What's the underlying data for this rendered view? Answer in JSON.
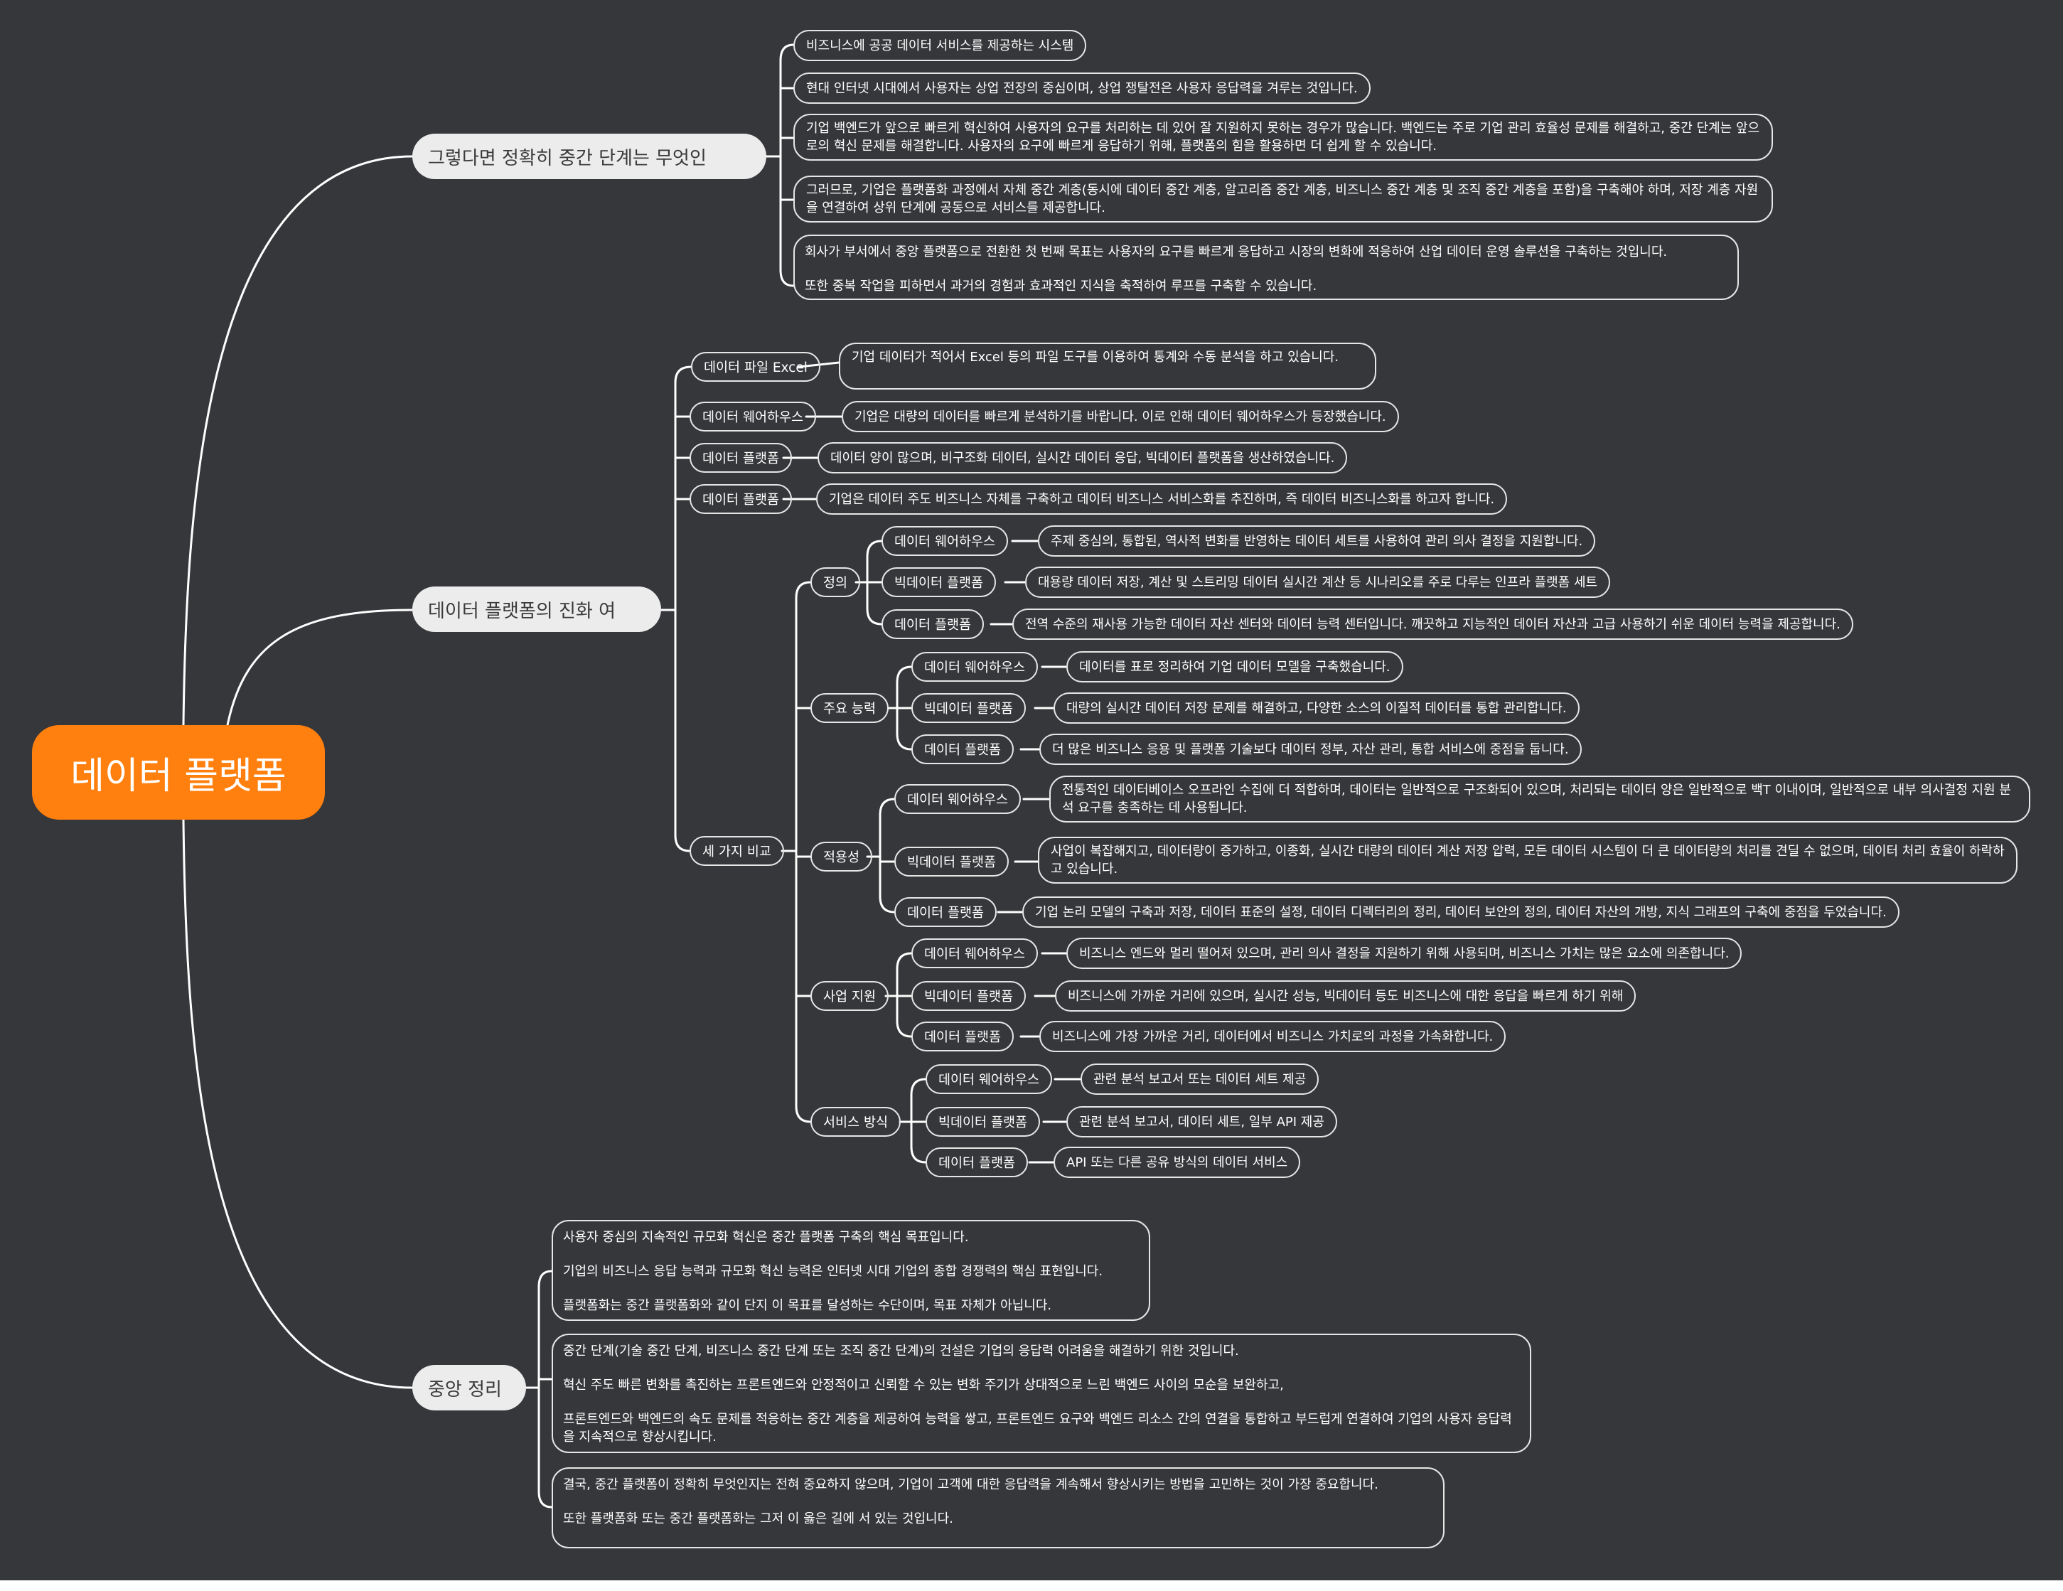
{
  "root": {
    "label": "데이터 플랫폼",
    "color": "#ff7f0f"
  },
  "theme": {
    "background": "#36373a",
    "line": "#ffffff",
    "branch_fill": "#ececec"
  },
  "branch1": {
    "label": "그렇다면 정확히 중간 단계는 무엇인",
    "items": [
      "비즈니스에 공공 데이터 서비스를 제공하는 시스템",
      "현대 인터넷 시대에서 사용자는 상업 전장의 중심이며, 상업 쟁탈전은 사용자 응답력을 겨루는 것입니다.",
      "기업 백엔드가 앞으로 빠르게 혁신하여 사용자의 요구를 처리하는 데 있어 잘 지원하지 못하는 경우가 많습니다. 백엔드는 주로 기업 관리 효율성 문제를 해결하고, 중간 단계는 앞으로의 혁신 문제를 해결합니다. 사용자의 요구에 빠르게 응답하기 위해, 플랫폼의 힘을 활용하면 더 쉽게 할 수 있습니다.",
      "그러므로, 기업은 플랫폼화 과정에서 자체 중간 계층(동시에 데이터 중간 계층, 알고리즘 중간 계층, 비즈니스 중간 계층 및 조직 중간 계층을 포함)을 구축해야 하며, 저장 계층 자원을 연결하여 상위 단계에 공동으로 서비스를 제공합니다."
    ],
    "item5": {
      "p1": "회사가 부서에서 중앙 플랫폼으로 전환한 첫 번째 목표는 사용자의 요구를 빠르게 응답하고 시장의 변화에 적응하여 산업 데이터 운영 솔루션을 구축하는 것입니다.",
      "p2": "또한 중복 작업을 피하면서 과거의 경험과 효과적인 지식을 축적하여 루프를 구축할 수 있습니다."
    }
  },
  "branch2": {
    "label": "데이터 플랫폼의 진화 여",
    "stages": [
      {
        "label": "데이터 파일 Excel",
        "desc": "기업 데이터가 적어서 Excel 등의 파일 도구를 이용하여 통계와 수동 분석을 하고 있습니다."
      },
      {
        "label": "데이터 웨어하우스",
        "desc": "기업은 대량의 데이터를 빠르게 분석하기를 바랍니다. 이로 인해 데이터 웨어하우스가 등장했습니다."
      },
      {
        "label": "데이터 플랫폼",
        "desc": "데이터 양이 많으며, 비구조화 데이터, 실시간 데이터 응답, 빅데이터 플랫폼을 생산하였습니다."
      },
      {
        "label": "데이터 플랫폼",
        "desc": "기업은 데이터 주도 비즈니스 자체를 구축하고 데이터 비즈니스 서비스화를 추진하며, 즉 데이터 비즈니스화를 하고자 합니다."
      }
    ],
    "compare": {
      "label": "세 가지 비교",
      "definition": {
        "label": "정의",
        "items": [
          {
            "k": "데이터 웨어하우스",
            "v": "주제 중심의, 통합된, 역사적 변화를 반영하는 데이터 세트를 사용하여 관리 의사 결정을 지원합니다."
          },
          {
            "k": "빅데이터 플랫폼",
            "v": "대용량 데이터 저장, 계산 및 스트리밍 데이터 실시간 계산 등 시나리오를 주로 다루는 인프라 플랫폼 세트"
          },
          {
            "k": "데이터 플랫폼",
            "v": "전역 수준의 재사용 가능한 데이터 자산 센터와 데이터 능력 센터입니다. 깨끗하고 지능적인 데이터 자산과 고급 사용하기 쉬운 데이터 능력을 제공합니다."
          }
        ]
      },
      "capability": {
        "label": "주요 능력",
        "items": [
          {
            "k": "데이터 웨어하우스",
            "v": "데이터를 표로 정리하여 기업 데이터 모델을 구축했습니다."
          },
          {
            "k": "빅데이터 플랫폼",
            "v": "대량의 실시간 데이터 저장 문제를 해결하고, 다양한 소스의 이질적 데이터를 통합 관리합니다."
          },
          {
            "k": "데이터 플랫폼",
            "v": "더 많은 비즈니스 응용 및 플랫폼 기술보다 데이터 정부, 자산 관리, 통합 서비스에 중점을 둡니다."
          }
        ]
      },
      "applicability": {
        "label": "적용성",
        "items": [
          {
            "k": "데이터 웨어하우스",
            "v": "전통적인 데이터베이스 오프라인 수집에 더 적합하며, 데이터는 일반적으로 구조화되어 있으며, 처리되는 데이터 양은 일반적으로 백T 이내이며, 일반적으로 내부 의사결정 지원 분석 요구를 충족하는 데 사용됩니다."
          },
          {
            "k": "빅데이터 플랫폼",
            "v": "사업이 복잡해지고, 데이터량이 증가하고, 이종화, 실시간 대량의 데이터 계산 저장 압력, 모든 데이터 시스템이 더 큰 데이터량의 처리를 견딜 수 없으며, 데이터 처리 효율이 하락하고 있습니다."
          },
          {
            "k": "데이터 플랫폼",
            "v": "기업 논리 모델의 구축과 저장, 데이터 표준의 설정, 데이터 디렉터리의 정리, 데이터 보안의 정의, 데이터 자산의 개방, 지식 그래프의 구축에 중점을 두었습니다."
          }
        ]
      },
      "business": {
        "label": "사업 지원",
        "items": [
          {
            "k": "데이터 웨어하우스",
            "v": "비즈니스 엔드와 멀리 떨어져 있으며, 관리 의사 결정을 지원하기 위해 사용되며, 비즈니스 가치는 많은 요소에 의존합니다."
          },
          {
            "k": "빅데이터 플랫폼",
            "v": "비즈니스에 가까운 거리에 있으며, 실시간 성능, 빅데이터 등도 비즈니스에 대한 응답을 빠르게 하기 위해"
          },
          {
            "k": "데이터 플랫폼",
            "v": "비즈니스에 가장 가까운 거리, 데이터에서 비즈니스 가치로의 과정을 가속화합니다."
          }
        ]
      },
      "service": {
        "label": "서비스 방식",
        "items": [
          {
            "k": "데이터 웨어하우스",
            "v": "관련 분석 보고서 또는 데이터 세트 제공"
          },
          {
            "k": "빅데이터 플랫폼",
            "v": "관련 분석 보고서, 데이터 세트, 일부 API 제공"
          },
          {
            "k": "데이터 플랫폼",
            "v": "API 또는 다른 공유 방식의 데이터 서비스"
          }
        ]
      }
    }
  },
  "branch3": {
    "label": "중앙 정리",
    "block1": [
      "사용자 중심의 지속적인 규모화 혁신은 중간 플랫폼 구축의 핵심 목표입니다.",
      "기업의 비즈니스 응답 능력과 규모화 혁신 능력은 인터넷 시대 기업의 종합 경쟁력의 핵심 표현입니다.",
      "플랫폼화는 중간 플랫폼화와 같이 단지 이 목표를 달성하는 수단이며, 목표 자체가 아닙니다."
    ],
    "block2": [
      "중간 단계(기술 중간 단계, 비즈니스 중간 단계 또는 조직 중간 단계)의 건설은 기업의 응답력 어려움을 해결하기 위한 것입니다.",
      " 혁신 주도 빠른 변화를 촉진하는 프론트엔드와 안정적이고 신뢰할 수 있는 변화 주기가 상대적으로 느린 백엔드 사이의 모순을 보완하고,",
      "프론트엔드와 백엔드의 속도 문제를 적응하는 중간 계층을 제공하여 능력을 쌓고, 프론트엔드 요구와 백엔드 리소스 간의 연결을 통합하고 부드럽게 연결하여 기업의 사용자 응답력을 지속적으로 향상시킵니다."
    ],
    "block3": [
      "결국, 중간 플랫폼이 정확히 무엇인지는 전혀 중요하지 않으며, 기업이 고객에 대한 응답력을 계속해서 향상시키는 방법을 고민하는 것이 가장 중요합니다.",
      "또한 플랫폼화 또는 중간 플랫폼화는 그저 이 옳은 길에 서 있는 것입니다."
    ]
  }
}
